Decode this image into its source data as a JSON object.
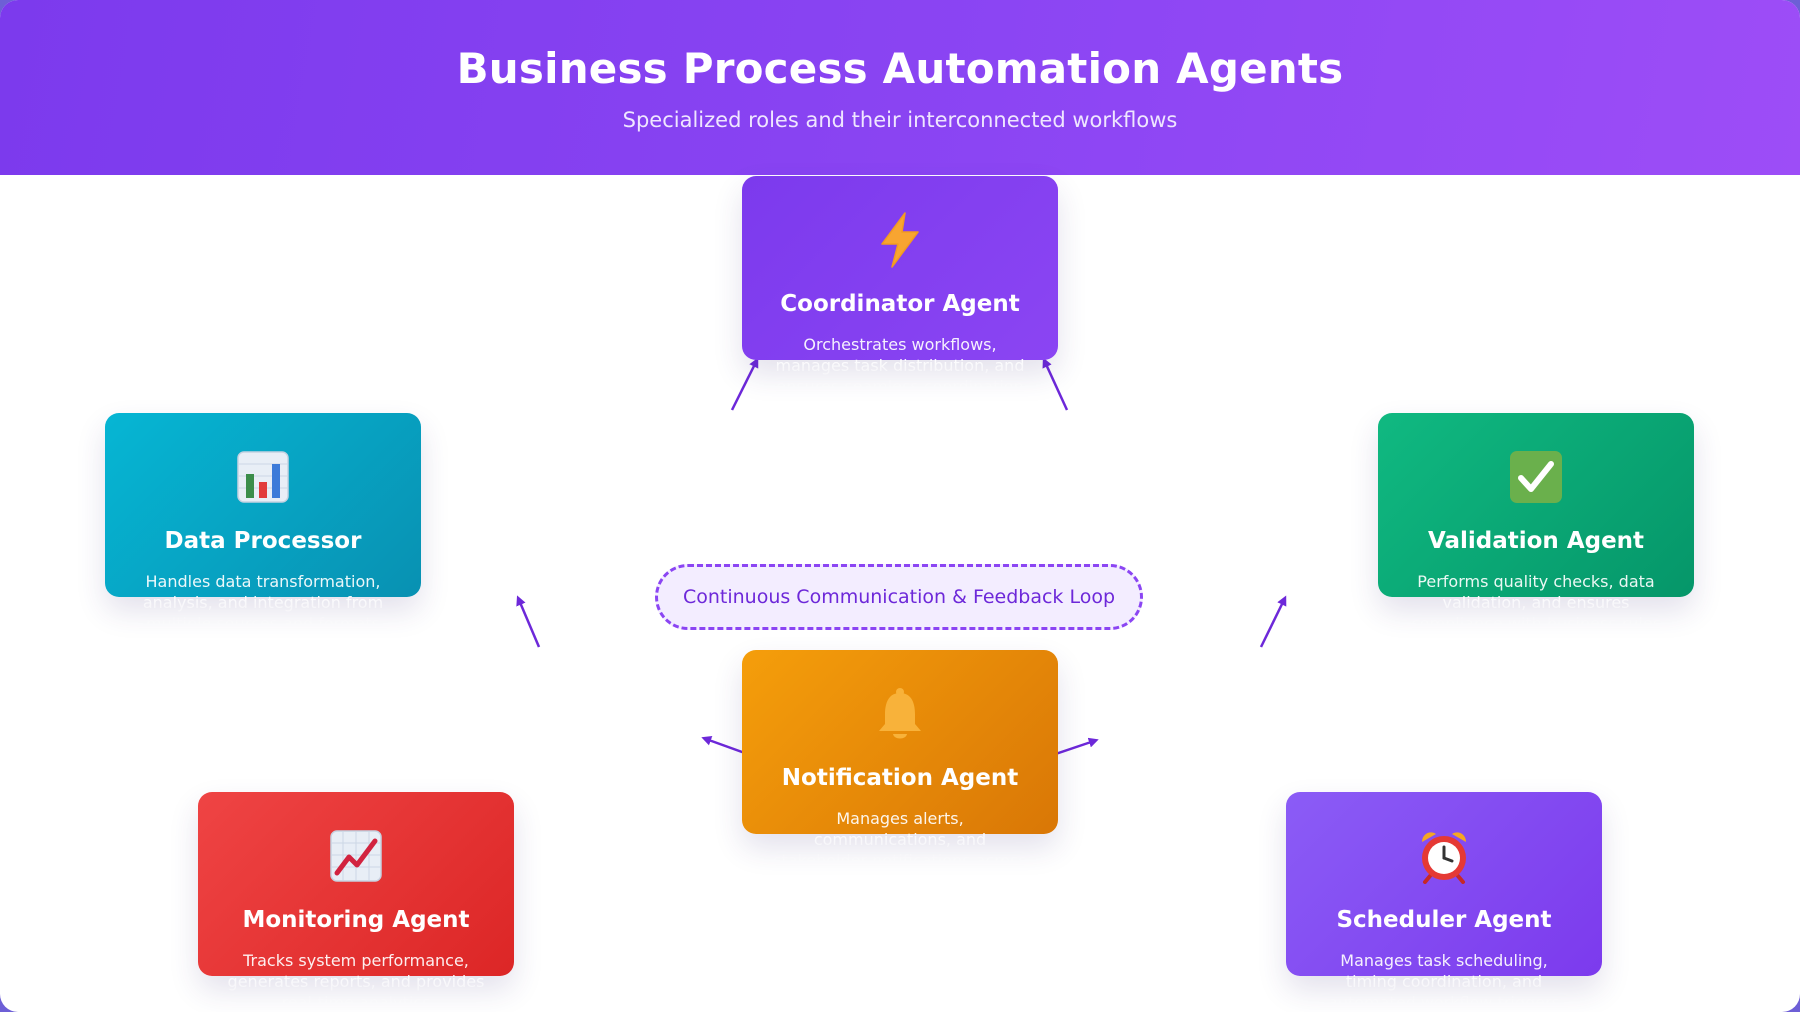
{
  "header": {
    "title": "Business Process Automation Agents",
    "subtitle": "Specialized roles and their interconnected workflows"
  },
  "loop_label": "Continuous Communication & Feedback Loop",
  "colors": {
    "header": "#8b45f3",
    "coordinator": "#7c3aed",
    "data_processor": "#06b6d4",
    "validation": "#10b981",
    "notification": "#f59e0b",
    "monitoring": "#ef4444",
    "scheduler": "#8b5cf6",
    "arrow": "#6d28d9"
  },
  "agents": {
    "coordinator": {
      "icon": "lightning-icon",
      "title": "Coordinator Agent",
      "description": "Orchestrates workflows, manages task distribution, and ensures seamless coordination between all"
    },
    "data_processor": {
      "icon": "bar-chart-icon",
      "title": "Data Processor",
      "description": "Handles data transformation, analysis, and integration from multiple sources and formats"
    },
    "validation": {
      "icon": "check-box-icon",
      "title": "Validation Agent",
      "description": "Performs quality checks, data validation, and ensures compliance with business rules"
    },
    "notification": {
      "icon": "bell-icon",
      "title": "Notification Agent",
      "description": "Manages alerts, communications, and stakeholder notifications across multiple channels"
    },
    "monitoring": {
      "icon": "trend-chart-icon",
      "title": "Monitoring Agent",
      "description": "Tracks system performance, generates reports, and provides real-time analytics"
    },
    "scheduler": {
      "icon": "alarm-clock-icon",
      "title": "Scheduler Agent",
      "description": "Manages task scheduling, timing coordination, and automated workflow triggers"
    }
  }
}
